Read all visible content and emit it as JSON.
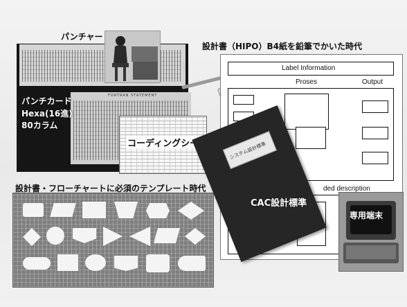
{
  "labels": {
    "puncher": "パンチャー",
    "punch_card": "パンチカード",
    "hexa": "Hexa(16進)",
    "columns": "80カラム",
    "coding_sheet": "コーディングシート",
    "design_doc": "設計書（HIPO）B4紙を鉛筆でかいた時代",
    "template_era": "設計書・フローチャートに必須のテンプレート時代",
    "cac_standard": "CAC設計標準",
    "terminal": "専用端末"
  },
  "hipo": {
    "header": "Label Information",
    "col_process": "Proses",
    "col_output": "Output",
    "detail": "ded description"
  },
  "book": {
    "cover_label": "システム設計標準"
  },
  "card": {
    "statement": "FORTRAN STATEMENT"
  }
}
